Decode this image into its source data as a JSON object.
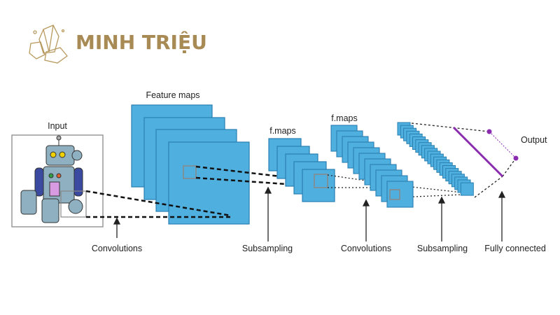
{
  "logo": {
    "text": "MINH TRIỆU",
    "color": "#a88a55"
  },
  "diagram": {
    "input_label": "Input",
    "feature_maps_label": "Feature maps",
    "fmaps1_label": "f.maps",
    "fmaps2_label": "f.maps",
    "output_label": "Output",
    "stages": [
      "Convolutions",
      "Subsampling",
      "Convolutions",
      "Subsampling",
      "Fully connected"
    ],
    "colors": {
      "map_fill": "#4fb0e0",
      "map_stroke": "#2a7fb0",
      "output": "#8a2bb0"
    }
  }
}
